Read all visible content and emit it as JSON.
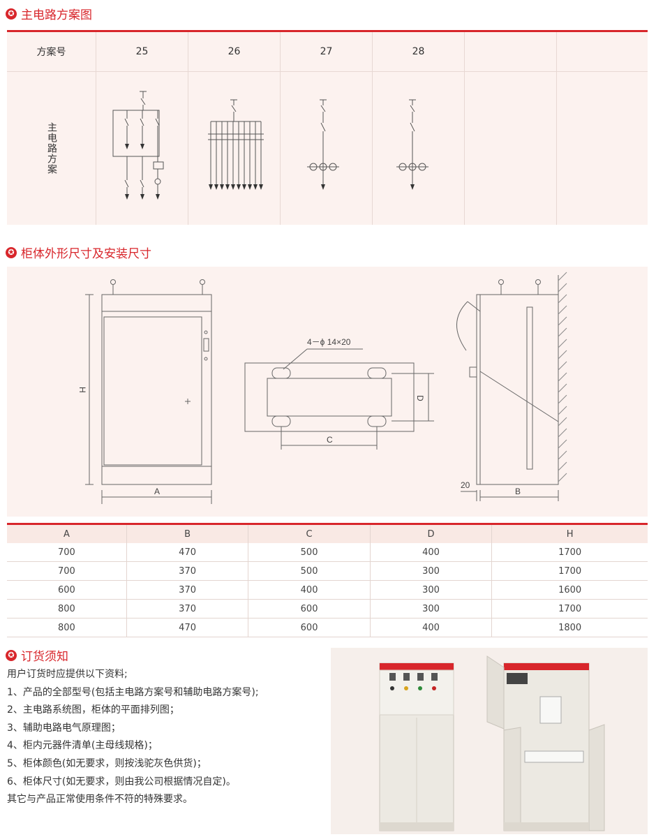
{
  "section1": {
    "title": "主电路方案图"
  },
  "scheme_table": {
    "header_label": "方案号",
    "scheme_numbers": [
      "25",
      "26",
      "27",
      "28",
      "",
      ""
    ],
    "row_label": "主电路方案"
  },
  "section2": {
    "title": "柜体外形尺寸及安装尺寸",
    "labels": {
      "hole_spec": "4－ϕ 14×20",
      "A": "A",
      "B": "B",
      "C": "C",
      "D": "D",
      "H": "H",
      "offset": "20"
    }
  },
  "dims_table": {
    "headers": [
      "A",
      "B",
      "C",
      "D",
      "H"
    ],
    "rows": [
      [
        "700",
        "470",
        "500",
        "400",
        "1700"
      ],
      [
        "700",
        "370",
        "500",
        "300",
        "1700"
      ],
      [
        "600",
        "370",
        "400",
        "300",
        "1600"
      ],
      [
        "800",
        "370",
        "600",
        "300",
        "1700"
      ],
      [
        "800",
        "470",
        "600",
        "400",
        "1800"
      ]
    ]
  },
  "section3": {
    "title": "订货须知",
    "lines": [
      "用户订货时应提供以下资料;",
      "1、产品的全部型号(包括主电路方案号和辅助电路方案号);",
      "2、主电路系统图，柜体的平面排列图；",
      "3、辅助电路电气原理图；",
      "4、柜内元器件清单(主母线规格)；",
      "5、柜体颜色(如无要求，则按浅驼灰色供货)；",
      "6、柜体尺寸(如无要求，则由我公司根据情况自定)。",
      "其它与产品正常使用条件不符的特殊要求。"
    ]
  },
  "colors": {
    "accent": "#d8262b",
    "panel": "#fcf2ef"
  }
}
